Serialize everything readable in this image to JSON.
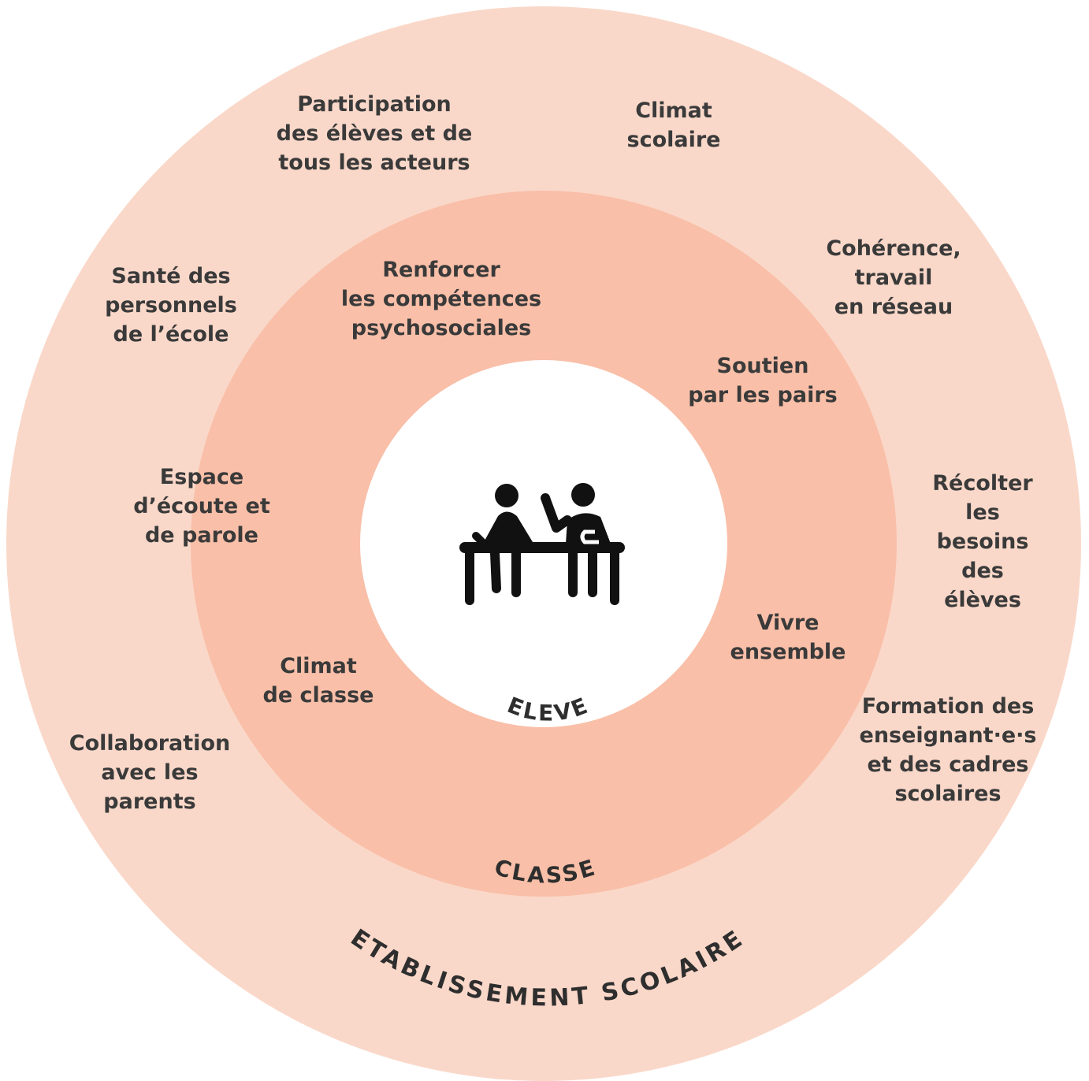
{
  "colors": {
    "outer_ring": "#fad8c9",
    "middle_ring": "#f9bfa8",
    "center": "#ffffff",
    "icon": "#111111",
    "text": "#3a3a3a"
  },
  "rings": {
    "center_label": "ELEVE",
    "middle_label": "CLASSE",
    "outer_label": "ETABLISSEMENT SCOLAIRE"
  },
  "center_icon": "two-students-at-desk-icon",
  "classe_items": {
    "competences": "Renforcer\nles compétences\npsychosociales",
    "pairs": "Soutien\npar les pairs",
    "espace": "Espace\nd’écoute et\nde parole",
    "vivre": "Vivre\nensemble",
    "climat_classe": "Climat\nde classe"
  },
  "etablissement_items": {
    "participation": "Participation\ndes élèves et de\ntous les acteurs",
    "climat_scolaire": "Climat\nscolaire",
    "coherence": "Cohérence,\ntravail\nen réseau",
    "sante": "Santé des\npersonnels\nde l’école",
    "recolter": "Récolter\nles besoins\ndes élèves",
    "formation": "Formation des\nenseignant·e·s\net des cadres\nscolaires",
    "collaboration": "Collaboration\navec les\nparents"
  }
}
